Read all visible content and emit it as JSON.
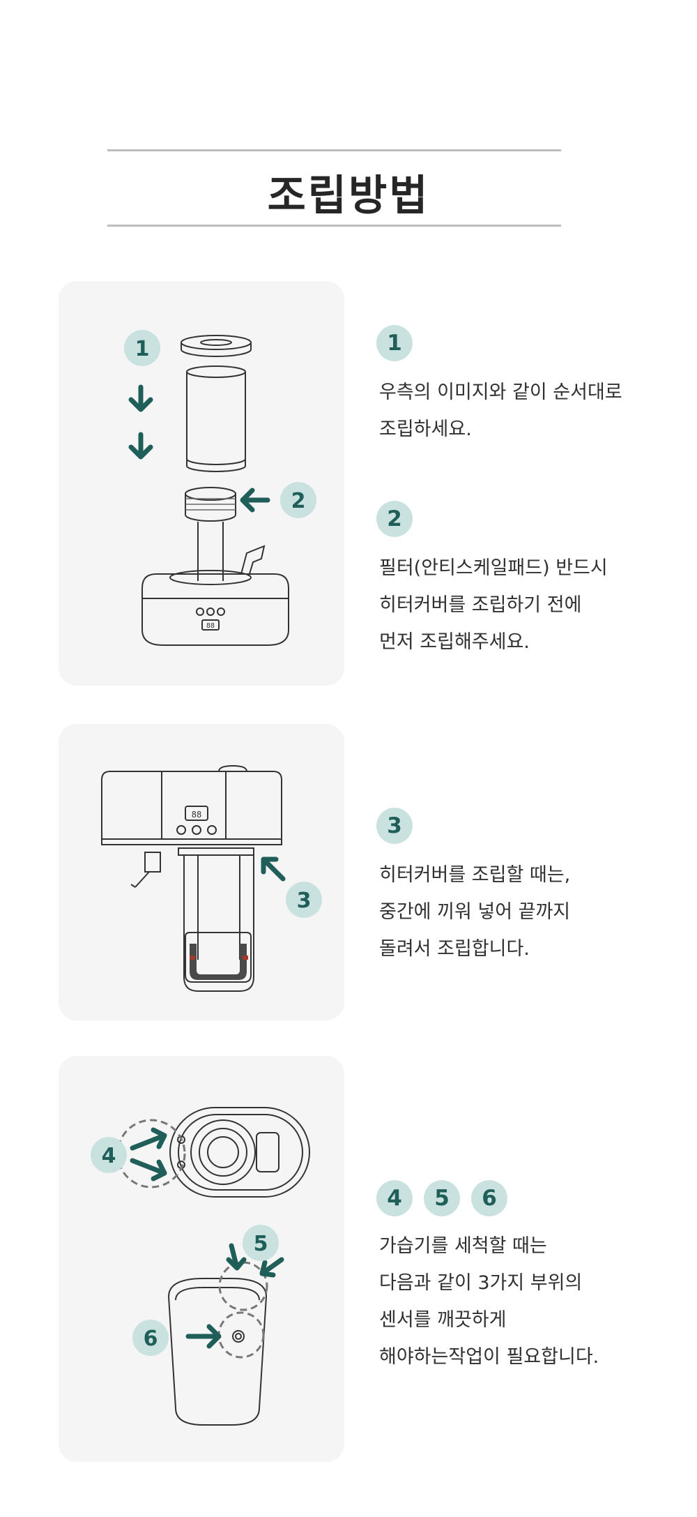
{
  "title": "조립방법",
  "accent_color": "#1f5e59",
  "badge_color": "#c9e2e0",
  "card_color": "#f5f5f5",
  "sections": [
    {
      "badges": [
        "1"
      ],
      "lines": [
        "우측의 이미지와 같이 순서대로",
        "조립하세요."
      ]
    },
    {
      "badges": [
        "2"
      ],
      "lines": [
        "필터(안티스케일패드) 반드시",
        "히터커버를 조립하기 전에",
        "먼저 조립해주세요."
      ]
    },
    {
      "badges": [
        "3"
      ],
      "lines": [
        "히터커버를 조립할 때는,",
        "중간에 끼워 넣어 끝까지",
        "돌려서 조립합니다."
      ]
    },
    {
      "badges": [
        "4",
        "5",
        "6"
      ],
      "lines": [
        "가습기를 세척할 때는",
        "다음과 같이 3가지 부위의",
        "센서를 깨끗하게",
        "해야하는작업이 필요합니다."
      ]
    }
  ],
  "illustrations": [
    {
      "callouts": [
        "1",
        "2"
      ],
      "display": "88"
    },
    {
      "callouts": [
        "3"
      ],
      "display": "88"
    },
    {
      "callouts": [
        "4",
        "5",
        "6"
      ]
    }
  ]
}
